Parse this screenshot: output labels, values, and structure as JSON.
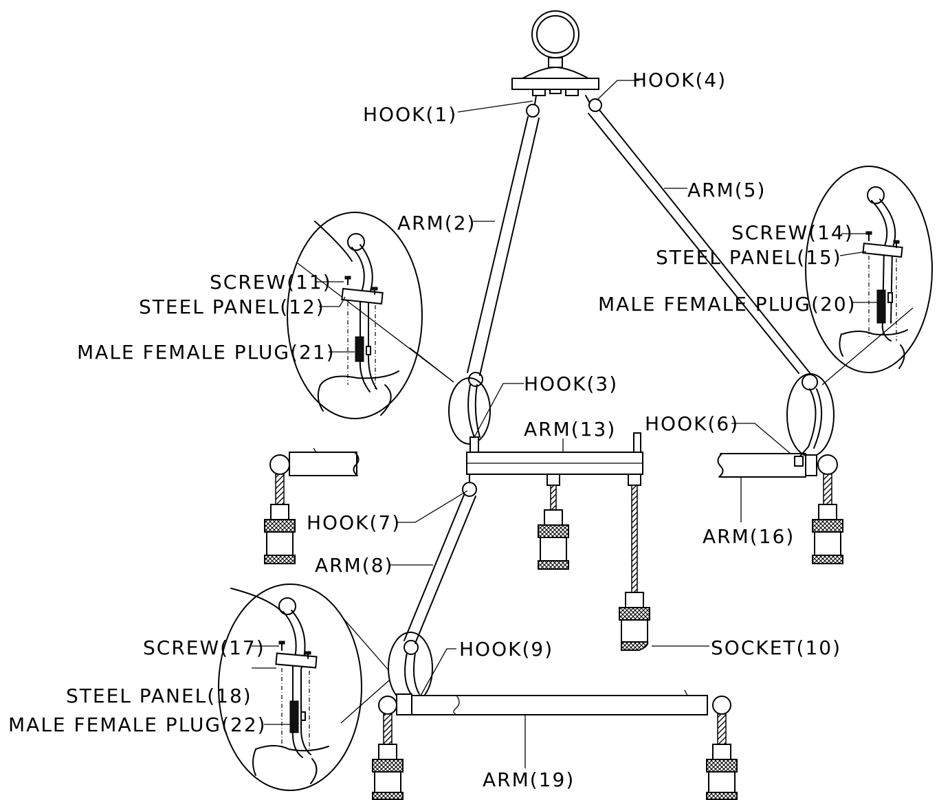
{
  "labels": {
    "hook1": "HOOK(1)",
    "arm2": "ARM(2)",
    "hook3": "HOOK(3)",
    "hook4": "HOOK(4)",
    "arm5": "ARM(5)",
    "hook6": "HOOK(6)",
    "hook7": "HOOK(7)",
    "arm8": "ARM(8)",
    "hook9": "HOOK(9)",
    "socket10": "SOCKET(10)",
    "screw11": "SCREW(11)",
    "steel_panel12": "STEEL PANEL(12)",
    "arm13": "ARM(13)",
    "screw14": "SCREW(14)",
    "steel_panel15": "STEEL PANEL(15)",
    "arm16": "ARM(16)",
    "screw17": "SCREW(17)",
    "steel_panel18": "STEEL PANEL(18)",
    "arm19": "ARM(19)",
    "plug20": "MALE FEMALE PLUG(20)",
    "plug21": "MALE FEMALE PLUG(21)",
    "plug22": "MALE FEMALE PLUG(22)"
  }
}
